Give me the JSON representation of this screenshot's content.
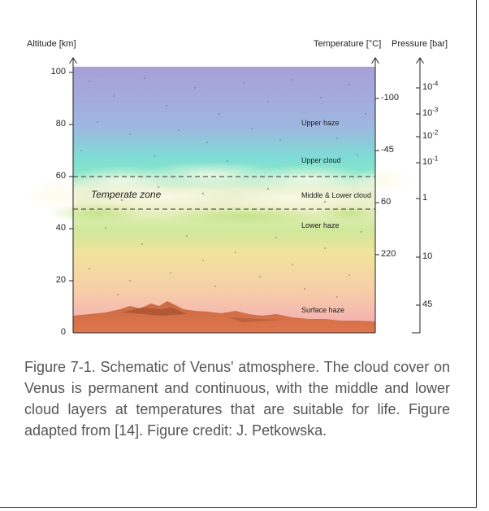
{
  "axes": {
    "altitude_label": "Altitude [km]",
    "temperature_label": "Temperature [°C]",
    "pressure_label": "Pressure [bar]",
    "altitude_ticks": [
      "100",
      "80",
      "60",
      "40",
      "20",
      "0"
    ],
    "temperature_ticks": [
      "-100",
      "-45",
      "60",
      "220"
    ],
    "pressure_ticks": [
      {
        "base": "10",
        "exp": "-4"
      },
      {
        "base": "10",
        "exp": "-3"
      },
      {
        "base": "10",
        "exp": "-2"
      },
      {
        "base": "10",
        "exp": "-1"
      },
      {
        "base": "1",
        "exp": ""
      },
      {
        "base": "10",
        "exp": ""
      },
      {
        "base": "45",
        "exp": ""
      }
    ]
  },
  "layers": {
    "upper_haze": "Upper haze",
    "upper_cloud": "Upper cloud",
    "middle_lower_cloud": "Middle & Lower cloud",
    "lower_haze": "Lower haze",
    "surface_haze": "Surface haze",
    "temperate_zone": "Temperate zone"
  },
  "caption": "Figure 7-1. Schematic of Venus' atmosphere. The cloud cover on Venus is permanent and continuous, with the middle and lower cloud layers at temperatures that are suitable for life. Figure adapted from [14]. Figure credit: J. Petkowska.",
  "colors": {
    "top": "#a9a0d8",
    "cyan_band": "#74e4d4",
    "cloud": "#f2f1d0",
    "lower_haze": "#c8e89a",
    "mid": "#f7dca0",
    "bottom": "#f3a8b4",
    "terrain": "#c8683e"
  }
}
